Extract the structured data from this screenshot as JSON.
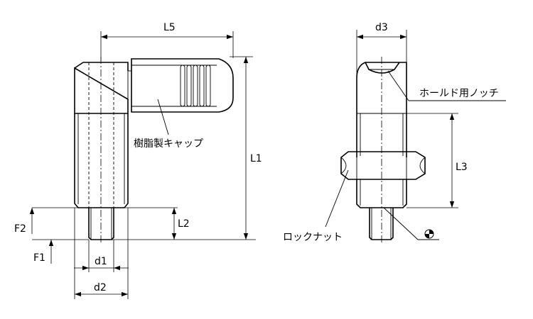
{
  "dimensions": {
    "L5": "L5",
    "L1": "L1",
    "L2": "L2",
    "L3": "L3",
    "d1": "d1",
    "d2": "d2",
    "d3": "d3",
    "F1": "F1",
    "F2": "F2"
  },
  "callouts": {
    "resin_cap": "樹脂製キャップ",
    "hold_notch": "ホールド用ノッチ",
    "lock_nut": "ロックナット"
  },
  "symbols": [
    "datum-target-icon"
  ]
}
